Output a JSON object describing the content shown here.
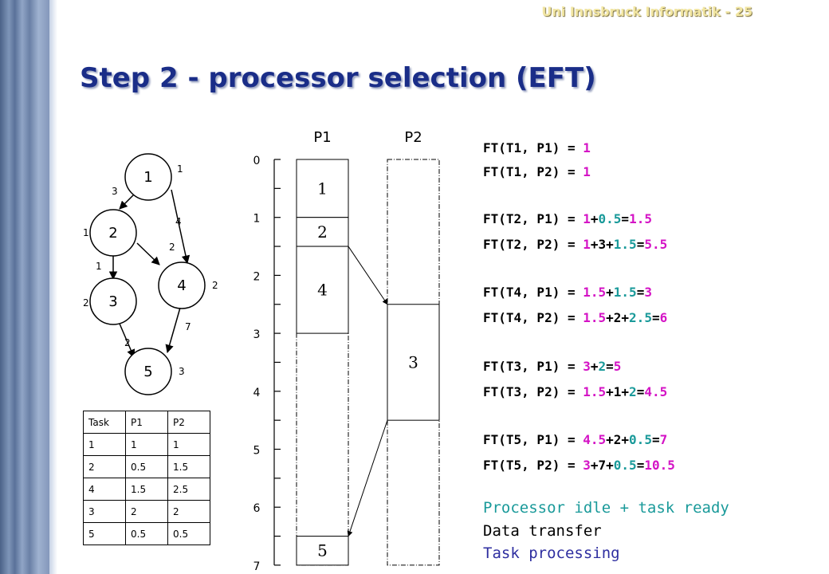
{
  "header": {
    "text": "Uni Innsbruck Informatik - 25"
  },
  "title": "Step 2 - processor selection (EFT)",
  "graph": {
    "nodes": [
      {
        "label": "1"
      },
      {
        "label": "2"
      },
      {
        "label": "3"
      },
      {
        "label": "4"
      },
      {
        "label": "5"
      }
    ],
    "node_weights": [
      "1",
      "1",
      "2",
      "2",
      "3"
    ],
    "edge_weights": [
      "3",
      "4",
      "2",
      "1",
      "7",
      "2"
    ]
  },
  "table": {
    "headers": [
      "Task",
      "P1",
      "P2"
    ],
    "rows": [
      [
        "1",
        "1",
        "1"
      ],
      [
        "2",
        "0.5",
        "1.5"
      ],
      [
        "4",
        "1.5",
        "2.5"
      ],
      [
        "3",
        "2",
        "2"
      ],
      [
        "5",
        "0.5",
        "0.5"
      ]
    ]
  },
  "gantt": {
    "processors": [
      "P1",
      "P2"
    ],
    "time_ticks": [
      "0",
      "1",
      "2",
      "3",
      "4",
      "5",
      "6",
      "7"
    ],
    "tasks": [
      {
        "label": "1",
        "proc": 0,
        "start": 0,
        "end": 1
      },
      {
        "label": "2",
        "proc": 0,
        "start": 1,
        "end": 1.5
      },
      {
        "label": "4",
        "proc": 0,
        "start": 1.5,
        "end": 3
      },
      {
        "label": "3",
        "proc": 1,
        "start": 2.5,
        "end": 4.5
      },
      {
        "label": "5",
        "proc": 0,
        "start": 6.5,
        "end": 7
      }
    ],
    "transfers": [
      {
        "from_proc": 0,
        "from_time": 1.5,
        "to_proc": 1,
        "to_time": 2.5
      },
      {
        "from_proc": 1,
        "from_time": 4.5,
        "to_proc": 0,
        "to_time": 6.5
      }
    ]
  },
  "ft_lines": [
    [
      [
        "FT(T1, P1) = ",
        "k"
      ],
      [
        "1",
        "m"
      ]
    ],
    [
      [
        "FT(T1, P2) = ",
        "k"
      ],
      [
        "1",
        "m"
      ]
    ],
    [
      [
        "FT(T2, P1) = ",
        "k"
      ],
      [
        "1",
        "m"
      ],
      [
        "+",
        "k"
      ],
      [
        "0.5",
        "g"
      ],
      [
        "=",
        "k"
      ],
      [
        "1.5",
        "m"
      ]
    ],
    [
      [
        "FT(T2, P2) = ",
        "k"
      ],
      [
        "1",
        "m"
      ],
      [
        "+3+",
        "k"
      ],
      [
        "1.5",
        "g"
      ],
      [
        "=",
        "k"
      ],
      [
        "5.5",
        "m"
      ]
    ],
    [
      [
        "FT(T4, P1) = ",
        "k"
      ],
      [
        "1.5",
        "m"
      ],
      [
        "+",
        "k"
      ],
      [
        "1.5",
        "g"
      ],
      [
        "=",
        "k"
      ],
      [
        "3",
        "m"
      ]
    ],
    [
      [
        "FT(T4, P2) = ",
        "k"
      ],
      [
        "1.5",
        "m"
      ],
      [
        "+2+",
        "k"
      ],
      [
        "2.5",
        "g"
      ],
      [
        "=",
        "k"
      ],
      [
        "6",
        "m"
      ]
    ],
    [
      [
        "FT(T3, P1) = ",
        "k"
      ],
      [
        "3",
        "m"
      ],
      [
        "+",
        "k"
      ],
      [
        "2",
        "g"
      ],
      [
        "=",
        "k"
      ],
      [
        "5",
        "m"
      ]
    ],
    [
      [
        "FT(T3, P2) = ",
        "k"
      ],
      [
        "1.5",
        "m"
      ],
      [
        "+1+",
        "k"
      ],
      [
        "2",
        "g"
      ],
      [
        "=",
        "k"
      ],
      [
        "4.5",
        "m"
      ]
    ],
    [
      [
        "FT(T5, P1) = ",
        "k"
      ],
      [
        "4.5",
        "m"
      ],
      [
        "+2+",
        "k"
      ],
      [
        "0.5",
        "g"
      ],
      [
        "=",
        "k"
      ],
      [
        "7",
        "m"
      ]
    ],
    [
      [
        "FT(T5, P2) = ",
        "k"
      ],
      [
        "3",
        "m"
      ],
      [
        "+7+",
        "k"
      ],
      [
        "0.5",
        "g"
      ],
      [
        "=",
        "k"
      ],
      [
        "10.5",
        "m"
      ]
    ]
  ],
  "legend": [
    {
      "text": "Processor idle + task ready",
      "color": "#1a9a9a"
    },
    {
      "text": "Data transfer",
      "color": "#000000"
    },
    {
      "text": "Task processing",
      "color": "#2e2ea0"
    }
  ],
  "colors": {
    "title": "#1a2d88",
    "magenta": "#d413c5",
    "teal": "#1a9a9a"
  }
}
